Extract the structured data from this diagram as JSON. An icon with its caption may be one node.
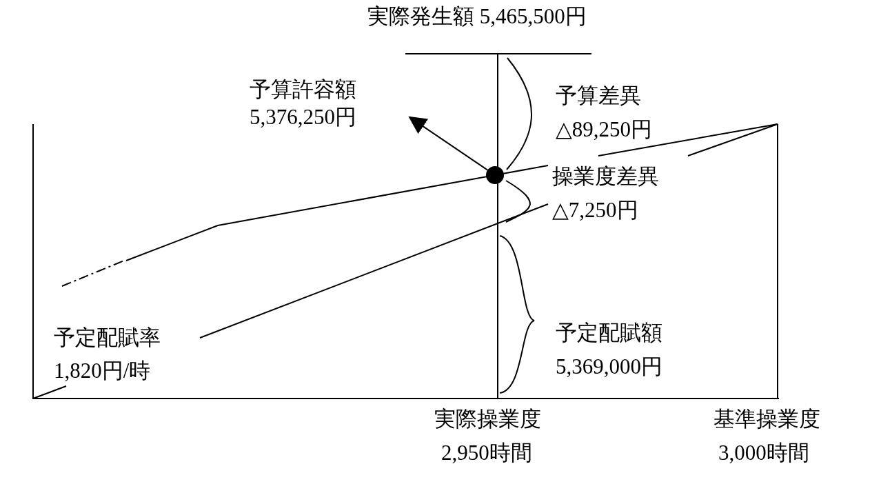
{
  "diagram": {
    "nodes": [
      {
        "text": [],
        "shape": "circle"
      },
      {
        "text": [
          "予算許容額",
          "5,376,250円"
        ]
      }
    ],
    "edges": [
      {
        "from": 0,
        "to": 1,
        "arrow": "to"
      }
    ],
    "labels": [
      "実際発生額 5,465,500円",
      "予算差異",
      "△89,250円",
      "操業度差異",
      "△7,250円",
      "予定配賦率",
      "1,820円/時",
      "予定配賦額",
      "5,369,000円",
      "実際操業度",
      "2,950時間",
      "基準操業度",
      "3,000時間"
    ]
  }
}
